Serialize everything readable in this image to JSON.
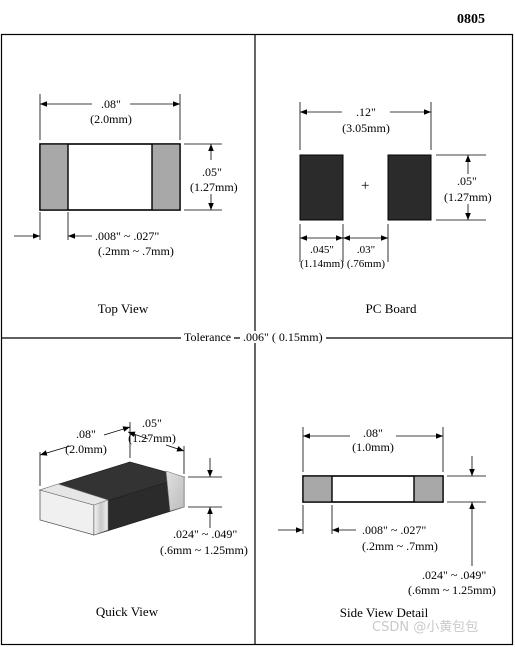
{
  "title": "0805",
  "tolerance": {
    "label": "Tolerance",
    "value": ".006\" (   0.15mm)"
  },
  "panels": {
    "top_view": {
      "caption": "Top View",
      "length_in": ".08\"",
      "length_mm": "(2.0mm)",
      "width_in": ".05\"",
      "width_mm": "(1.27mm)",
      "band_in": ".008\" ~ .027\"",
      "band_mm": "(.2mm ~ .7mm)"
    },
    "pc_board": {
      "caption": "PC Board",
      "span_in": ".12\"",
      "span_mm": "(3.05mm)",
      "height_in": ".05\"",
      "height_mm": "(1.27mm)",
      "pad_in": ".045\"",
      "pad_mm": "(1.14mm)",
      "gap_in": ".03\"",
      "gap_mm": "(.76mm)",
      "center_mark": "+"
    },
    "quick_view": {
      "caption": "Quick View",
      "length_in": ".08\"",
      "length_mm": "(2.0mm)",
      "width_in": ".05\"",
      "width_mm": "(1.27mm)",
      "thick_in": ".024\" ~ .049\"",
      "thick_mm": "(.6mm ~ 1.25mm)"
    },
    "side_view": {
      "caption": "Side View Detail",
      "length_in": ".08\"",
      "length_mm": "(1.0mm)",
      "band_in": ".008\" ~ .027\"",
      "band_mm": "(.2mm ~ .7mm)",
      "thick_in": ".024\" ~ .049\"",
      "thick_mm": "(.6mm ~ 1.25mm)"
    }
  },
  "watermark": "CSDN @小黄包包",
  "colors": {
    "terminal": "#a8a8a8",
    "body": "#ffffff",
    "pad": "#2b2b2b",
    "chip_top": "#333333"
  }
}
